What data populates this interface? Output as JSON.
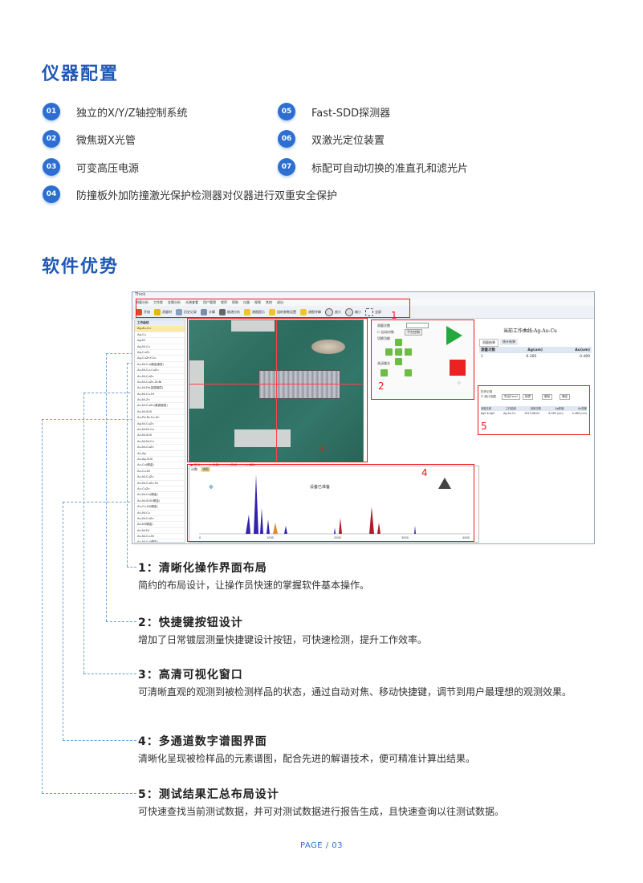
{
  "config": {
    "title": "仪器配置",
    "items": [
      {
        "num": "01",
        "text": "独立的X/Y/Z轴控制系统"
      },
      {
        "num": "02",
        "text": "微焦斑X光管"
      },
      {
        "num": "03",
        "text": "可变高压电源"
      },
      {
        "num": "04",
        "text": "防撞板外加防撞激光保护检测器对仪器进行双重安全保护"
      },
      {
        "num": "05",
        "text": "Fast-SDD探测器"
      },
      {
        "num": "06",
        "text": "双激光定位装置"
      },
      {
        "num": "07",
        "text": "标配可自动切换的准直孔和滤光片"
      }
    ]
  },
  "software": {
    "title": "软件优势",
    "screenshot": {
      "window_title": "Thick",
      "menu": [
        "测量分析",
        "工作差",
        "金属分析",
        "光谱查看",
        "用户管理",
        "程序",
        "帮助",
        "仪器",
        "视频",
        "其他",
        "退出"
      ],
      "toolbar": [
        "开始",
        "测量时",
        "历史记录",
        "计算",
        "能谱分析",
        "谱图提示",
        "组的参数设置",
        "谱图寻峰",
        "放大",
        "缩小",
        "全屏"
      ],
      "left_list_header": "工作曲线",
      "left_list": [
        "Ag-Au-Cu",
        "Ag-Cu",
        "Ag-Ni",
        "Ag-Ni-Cu",
        "Ag-CuZn",
        "Ag-CuZnY-Cu",
        "Au-Ni-Cu(硬金镀层)",
        "Au-Ni-Cu-CuZn",
        "Au-Ni-CuZn",
        "Au-Ni-CuZn-ZnNi",
        "Au-Ni-Fe(金属镀层)",
        "Au-Ni-Cu-Fe",
        "Au-Ni-Zn",
        "Au-Ni-CuZn(黄铜镀层)",
        "Au-Ni-SUS",
        "Au-Pd-Ni-Cu-Zn",
        "Ag-Ni-CuZn",
        "Au-Ni-Fe-Cu",
        "Au-Ni-SUS",
        "Au-Ni-Ni-Cu",
        "Au-Ni-CuZn",
        "Au-Ag",
        "Au-Ag-SUS",
        "Au-Cu(硬金)",
        "Au-Cu-Ni",
        "Au-Ni-CuZn",
        "Au-Ni-CuZn-Fe",
        "Au-CuZn",
        "Au-Ni-Cu(硬金)",
        "Au-Ni-SUS(硬金)",
        "Au-Cu-Ni(硬金)",
        "Au-Ni-Cu",
        "Au-Ni-CuZn",
        "Au-Ni(硬金)",
        "Au-Ni-Fe",
        "Au-Ni-Cu-Ni",
        "Au-Ni-Cu(硬金)",
        "Au-Ni-CuZn"
      ],
      "cam_radio": [
        "正常",
        "全景",
        "局部",
        "辅助"
      ],
      "panel_labels": [
        "测量次数",
        "自动对焦",
        "切换功能",
        "平台控制",
        "关闭激光",
        "开"
      ],
      "curve_title": "当前工作曲线:Ag-Au-Cu",
      "result_tabs": [
        "测量结果",
        "统计结果"
      ],
      "result_headers": [
        "测量次数",
        "Ag(um)",
        "Au(um)"
      ],
      "result_row": [
        "1",
        "6.285",
        "0.489"
      ],
      "summary_labels": [
        "历史记录",
        "统计范围",
        "导出Excel",
        "报表",
        "删除",
        "确定"
      ],
      "summary_headers": [
        "测量名称",
        "工作曲线",
        "测量日期",
        "Ag厚度",
        "Au厚度"
      ],
      "summary_row": [
        "Ag5 6-Ag5",
        "Ag-Au-Cu",
        "2023-06-02",
        "6.285 (um)",
        "0.489 (um)"
      ],
      "spectrum_tabs": [
        "计数",
        "谱图"
      ],
      "spectrum_status": "设备已准备",
      "x_ticks": [
        "0",
        "1000",
        "2000",
        "3000",
        "4000"
      ],
      "annotations": [
        "1",
        "2",
        "3",
        "4",
        "5"
      ]
    },
    "advantages": [
      {
        "title": "1：清晰化操作界面布局",
        "desc": "简约的布局设计，让操作员快速的掌握软件基本操作。"
      },
      {
        "title": "2：快捷键按钮设计",
        "desc": "增加了日常镀层测量快捷键设计按钮，可快速检测，提升工作效率。"
      },
      {
        "title": "3：高清可视化窗口",
        "desc": "可清晰直观的观测到被检测样品的状态，通过自动对焦、移动快捷键，调节到用户最理想的观测效果。"
      },
      {
        "title": "4：多通道数字谱图界面",
        "desc": "清晰化呈现被检样品的元素谱图，配合先进的解谱技术，便可精准计算出结果。"
      },
      {
        "title": "5：测试结果汇总布局设计",
        "desc": "可快速查找当前测试数据，并可对测试数据进行报告生成，且快速查询以往测试数据。"
      }
    ]
  },
  "footer": {
    "page": "PAGE / 03"
  },
  "colors": {
    "accent": "#1f58b5",
    "badge": "#2c6fd1",
    "annotation": "#e8191f",
    "connector": "#6aa3d6"
  }
}
